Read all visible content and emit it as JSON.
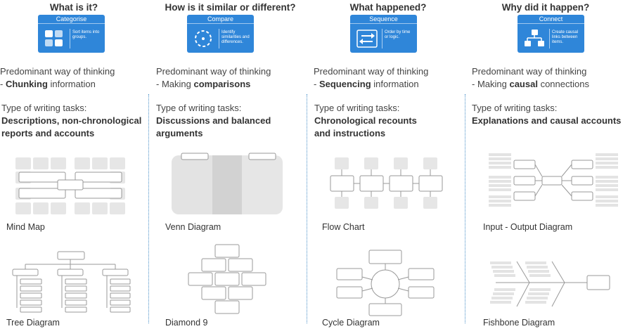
{
  "columns": [
    {
      "heading": "What is it?",
      "card_title": "Categorise",
      "card_desc": "Sort items into groups.",
      "thinking_line1": "Predominant way of thinking",
      "thinking_prefix": "- ",
      "thinking_bold": "Chunking",
      "thinking_suffix": " information",
      "tasks_label": "Type of writing tasks:",
      "tasks_line1": "Descriptions, non-chronological",
      "tasks_line2": "reports and accounts",
      "diagram1_label": "Mind Map",
      "diagram2_label": "Tree Diagram"
    },
    {
      "heading": "How is it similar or different?",
      "card_title": "Compare",
      "card_desc": "Identify similarities and differences.",
      "thinking_line1": "Predominant way of thinking",
      "thinking_prefix": "- Making ",
      "thinking_bold": "comparisons",
      "thinking_suffix": "",
      "tasks_label": "Type of writing tasks:",
      "tasks_line1": "Discussions and balanced",
      "tasks_line2": "arguments",
      "diagram1_label": "Venn Diagram",
      "diagram2_label": "Diamond 9"
    },
    {
      "heading": "What happened?",
      "card_title": "Sequence",
      "card_desc": "Order by time or logic.",
      "thinking_line1": "Predominant way of thinking",
      "thinking_prefix": "- ",
      "thinking_bold": "Sequencing",
      "thinking_suffix": " information",
      "tasks_label": "Type of writing tasks:",
      "tasks_line1": "Chronological recounts",
      "tasks_line2": "and instructions",
      "diagram1_label": "Flow Chart",
      "diagram2_label": "Cycle Diagram"
    },
    {
      "heading": "Why did it happen?",
      "card_title": "Connect",
      "card_desc": "Create causal links between items.",
      "thinking_line1": "Predominant way of thinking",
      "thinking_prefix": "- Making ",
      "thinking_bold": "causal",
      "thinking_suffix": " connections",
      "tasks_label": "Type of writing tasks:",
      "tasks_line1": "Explanations and causal accounts",
      "tasks_line2": "",
      "diagram1_label": "Input - Output Diagram",
      "diagram2_label": "Fishbone Diagram"
    }
  ],
  "colors": {
    "card": "#2f86d9",
    "separator": "#4a90c8",
    "diagram_fill": "#e6e6e6",
    "diagram_box": "#ffffff"
  },
  "icons": [
    "categorise-grid-icon",
    "compare-circle-icon",
    "sequence-arrows-icon",
    "connect-nodes-icon"
  ]
}
